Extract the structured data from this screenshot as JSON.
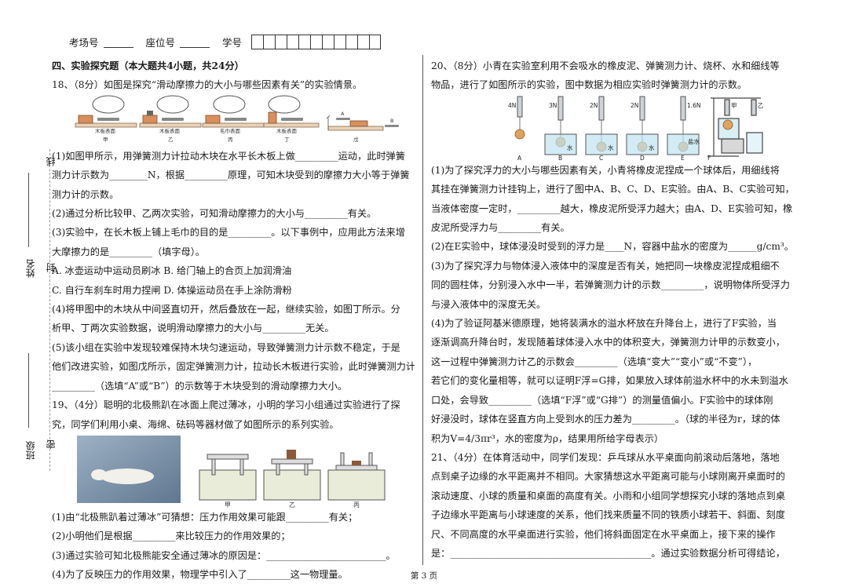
{
  "header": {
    "exam_room": "考场号",
    "seat": "座位号",
    "student_id": "学号",
    "blank": "______"
  },
  "side": {
    "label_line": "线",
    "label_name": "姓名",
    "label_seal": "封",
    "label_class": "班级",
    "label_secret": "密"
  },
  "left": {
    "section_title": "四、实验探究题（本大题共4小题，共24分）",
    "q18_intro": "18、（8分）如图是探究“滑动摩擦力的大小与哪些因素有关”的实验情景。",
    "fig18_labels": [
      "木板表面",
      "甲",
      "木板表面",
      "乙",
      "毛巾表面",
      "丙",
      "木板表面",
      "丁",
      "戊",
      "A",
      "B"
    ],
    "q18_lines": [
      "(1)如图甲所示，用弹簧测力计拉动木块在水平长木板上做_________运动，此时弹簧",
      "测力计示数为________N，根据_________原理，可知木块受到的摩擦力大小等于弹簧",
      "测力计的示数。",
      "(2)通过分析比较甲、乙两次实验，可知滑动摩擦力的大小与_________有关。",
      "(3)实验中，在长木板上铺上毛巾的目的是_________。以下事例中，应用此方法来增",
      "大摩擦力的是_________（填字母）。",
      "A. 冰壶运动中运动员刷冰   B. 给门轴上的合页上加润滑油",
      "C. 自行车刹车时用力捏闸   D. 体操运动员在手上涂防滑粉",
      "(4)将甲图中的木块从中间竖直切开，然后叠放在一起，继续实验，如图丁所示。分",
      "析甲、丁两次实验数据，说明滑动摩擦力的大小与_________无关。",
      "(5)该小组在实验中发现较难保持木块匀速运动，导致弹簧测力计示数不稳定，于是",
      "他们改进实验，如图戊所示，固定弹簧测力计，拉动长木板进行实验，此时弹簧测力计",
      "_________（选填“A”或“B”）的示数等于木块受到的滑动摩擦力大小。"
    ],
    "q19_lines": [
      "19、（4分）聪明的北极熊趴在冰面上爬过薄冰，小明的学习小组通过实验进行了探",
      "究，同学们利用小桌、海绵、砝码等器材做了如图所示的系列实验。"
    ],
    "fig19_labels": [
      "甲",
      "乙",
      "丙"
    ],
    "q19_questions": [
      "(1)由“北极熊趴着过薄冰”可猜想：压力作用效果可能跟_________有关；",
      "(2)小明他们是根据_________来比较压力的作用效果的；",
      "(3)通过实验可知北极熊能安全通过薄冰的原因是：_________________________。",
      "(4)为了反映压力的作用效果，物理学中引入了_________这一物理量。"
    ]
  },
  "right": {
    "q20_lines": [
      "20、（8分）小青在实验室利用不会吸水的橡皮泥、弹簧测力计、烧杯、水和细线等",
      "物品，进行了如图所示的实验，图中数据为相应实验时弹簧测力计的示数。"
    ],
    "fig20_labels": [
      "4N",
      "3N",
      "2N",
      "2N",
      "1.6N",
      "水",
      "水",
      "水",
      "盐水",
      "A",
      "B",
      "C",
      "D",
      "E",
      "F",
      "甲",
      "乙"
    ],
    "q20_questions": [
      "(1)为了探究浮力的大小与哪些因素有关，小青将橡皮泥捏成一个球体后，用细线将",
      "其挂在弹簧测力计挂钩上，进行了图中A、B、C、D、E实验。由A、B、C实验可知，",
      "当液体密度一定时，_________越大，橡皮泥所受浮力越大；由A、D、E实验可知，橡",
      "皮泥所受浮力与_________有关。",
      "(2)在E实验中，球体浸没时受到的浮力是____N，容器中盐水的密度为______g/cm³。",
      "(3)为了探究浮力与物体浸入液体中的深度是否有关，她把同一块橡皮泥捏成粗细不",
      "同的圆柱体，分别浸入水中一半，若弹簧测力计的示数_________，说明物体所受浮力",
      "与浸入液体中的深度无关。",
      "(4)为了验证阿基米德原理，她将装满水的溢水杯放在升降台上，进行了F实验，当",
      "逐渐调高升降台时，发现随着球体浸入水中的体积变大，弹簧测力计甲的示数变小，",
      "这一过程中弹簧测力计乙的示数会_________（选填“变大”“变小”或“不变”），",
      "若它们的变化量相等，就可以证明F浮=G排，如果放入球体前溢水杯中的水未到溢水",
      "口处，会导致_________（选填“F浮”或“G排”）的测量值偏小。F实验中的球体刚",
      "好浸没时，球体在竖直方向上受到水的压力差为_________。（球的半径为r，球的体",
      "积为V=4/3πr³，水的密度为ρ，结果用所给字母表示）"
    ],
    "q21_lines": [
      "21、（4分）在体育活动中，同学们发现：乒乓球从水平桌面向前滚动后落地，落地",
      "点到桌子边缘的水平距离并不相同。大家猜想这水平距离可能与小球刚离开桌面时的",
      "滚动速度、小球的质量和桌面的高度有关。小雨和小组同学想探究小球的落地点到桌",
      "子边缘水平距离与小球速度的关系，他们找来质量不同的铁质小球若干、斜面、刻度",
      "尺、不同高度的水平桌面进行实验，他们将斜面固定在水平桌面上，接下来的操作",
      "是：__________________________________________。通过实验数据分析可得结论，"
    ]
  },
  "footer": "第 3 页"
}
